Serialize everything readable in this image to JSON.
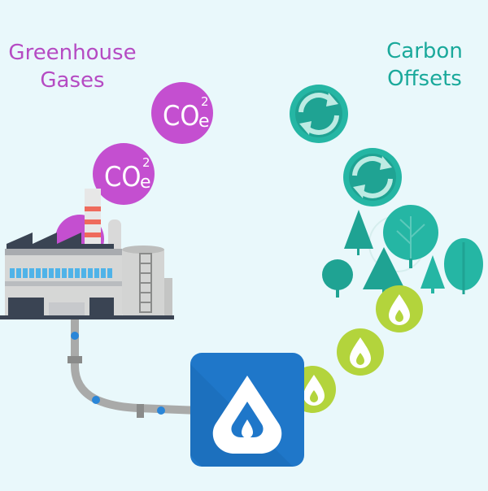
{
  "labels": {
    "left_line1": "Greenhouse",
    "left_line2": "Gases",
    "right_line1": "Carbon",
    "right_line2": "Offsets"
  },
  "bubble": {
    "co2_main": "CO",
    "co2_sup": "2",
    "co2_sub": "e"
  },
  "colors": {
    "background": "#e9f8fb",
    "ghg_purple": "#c44fd0",
    "offset_teal": "#25b6a4",
    "flame_green": "#b3d43c",
    "app_blue": "#1f77c9",
    "pipe_gray": "#a9aaa9"
  },
  "icons": {
    "factory": "factory-icon",
    "recycle": "recycle-arrows-icon",
    "tree": "tree-icon",
    "flame": "flame-icon",
    "app": "app-flame-logo-icon"
  }
}
